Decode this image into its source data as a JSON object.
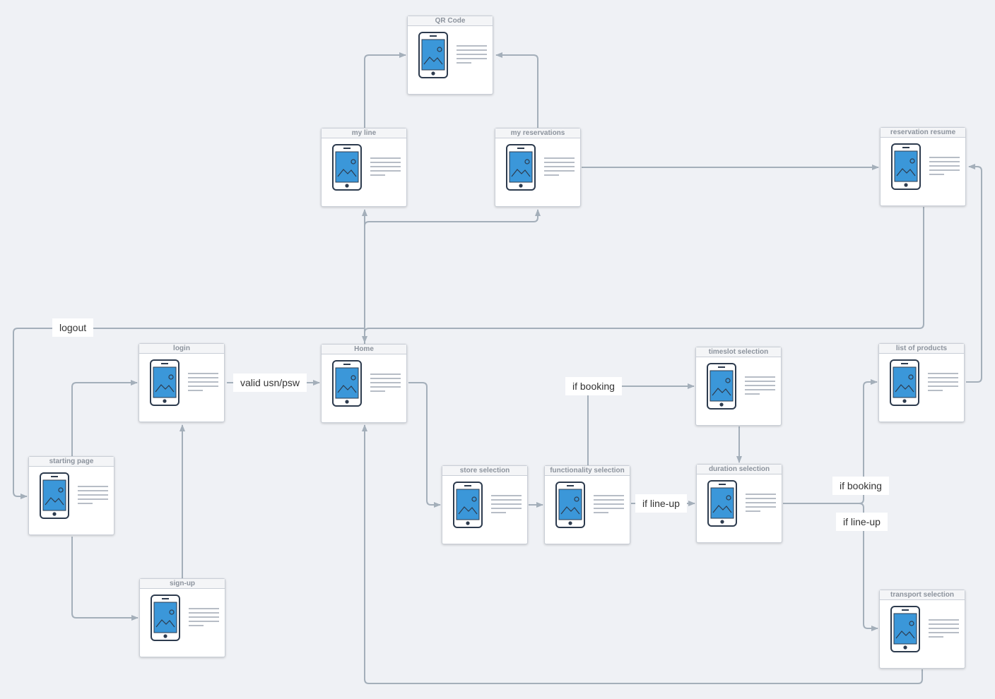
{
  "screens": {
    "qr_code": "QR Code",
    "my_line": "my line",
    "my_reservations": "my reservations",
    "reservation_resume": "reservation resume",
    "login": "login",
    "home": "Home",
    "timeslot_selection": "timeslot selection",
    "list_of_products": "list of products",
    "starting_page": "starting page",
    "store_selection": "store selection",
    "functionality_selection": "functionality selection",
    "duration_selection": "duration selection",
    "sign_up": "sign-up",
    "transport_selection": "transport selection"
  },
  "labels": {
    "logout": "logout",
    "valid": "valid usn/psw",
    "if_booking_top": "if booking",
    "if_lineup_mid": "if line-up",
    "if_booking_right": "if booking",
    "if_lineup_right": "if line-up"
  },
  "colors": {
    "connector": "#a4afba",
    "phone_screen": "#3b97d9",
    "phone_outline": "#2d3b4e",
    "canvas": "#eff1f5"
  },
  "icons": [
    "phone-mockup-icon",
    "image-placeholder-icon",
    "text-lines-icon"
  ]
}
